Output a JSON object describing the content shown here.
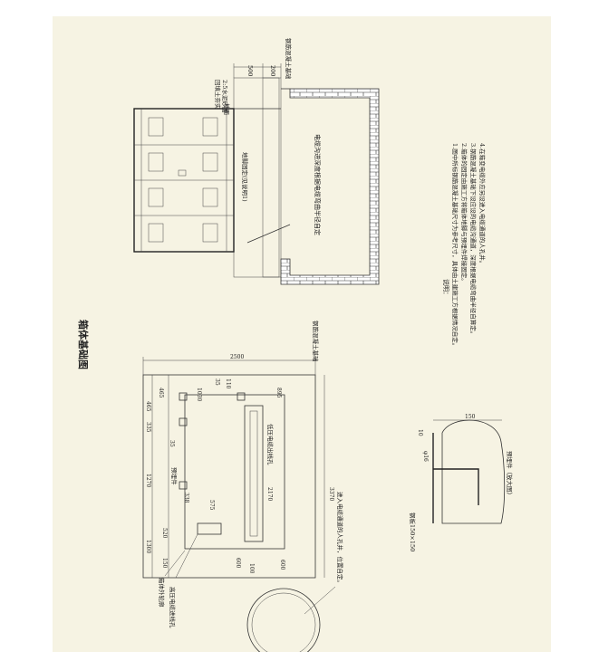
{
  "colors": {
    "sheet": "#f6f3e3",
    "line": "#333333",
    "brick_fill": "#ffffff",
    "hatch": "#777777"
  },
  "section": {
    "top_labels": {
      "backfill": "回填土夯实",
      "gravel": "2:5水泥砂面",
      "concrete_base": "钢筋混凝土基础",
      "ground": "地面"
    },
    "dims_top": [
      "500",
      "200"
    ],
    "anchor_note": "地脚固定(见说明1)",
    "cable_note": "电缆沟进深度根据电缆弯曲半径自定"
  },
  "notes": {
    "heading": "说明：",
    "items": [
      "1.图中所标钢筋混凝土基础尺寸为参考尺寸，具体由土建施工方根据情况自定。",
      "2.箱体的固定由施工方将箱体地脚与预埋件焊接固定。",
      "3.钢筋混凝土基础下设应设的电缆沟通道，深度根据电缆弯曲半径自算定。",
      "4.在箱变电缆外应另设进入电缆通道的人孔井。"
    ]
  },
  "plan": {
    "title": "箱体基础图",
    "concrete_label": "钢筋混凝土基础",
    "dims_top": [
      "2500",
      "465",
      "1030",
      "895",
      "110",
      "35"
    ],
    "dims_left": [
      "465",
      "335",
      "1270",
      "1300",
      "150",
      "520",
      "35",
      "338",
      "575"
    ],
    "dims_right": [
      "3370",
      "2170",
      "600",
      "100",
      "600"
    ],
    "labels": {
      "embedded_part": "预埋件",
      "hv_cable_hole": "高压电缆进线孔",
      "lv_cable_hole": "低压电缆出线孔",
      "outline": "箱体外轮廓",
      "manhole": "进入电缆通道的人孔井，位置自定。"
    }
  },
  "detail": {
    "dims": [
      "150",
      "10",
      "φ16"
    ],
    "plate_label": "钢板150×150",
    "caption": "预埋件（放大图）"
  }
}
